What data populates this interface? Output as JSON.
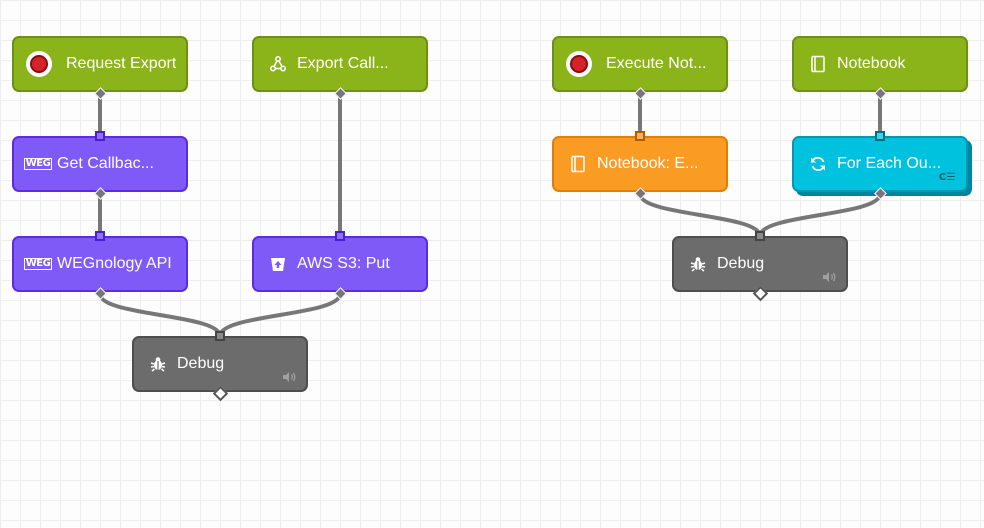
{
  "nodes": {
    "request_export": {
      "label": "Request Export"
    },
    "export_callback": {
      "label": "Export Call...",
      "icon": "webhook-icon"
    },
    "get_callback": {
      "label": "Get Callbac...",
      "icon": "weg-logo"
    },
    "wegnology_api": {
      "label": "WEGnology API",
      "icon": "weg-logo"
    },
    "aws_s3_put": {
      "label": "AWS S3: Put",
      "icon": "bucket-icon"
    },
    "debug_left": {
      "label": "Debug",
      "icon": "bug-icon"
    },
    "execute_notebook": {
      "label": "Execute Not..."
    },
    "notebook": {
      "label": "Notebook",
      "icon": "notebook-icon"
    },
    "notebook_execute": {
      "label": "Notebook: E...",
      "icon": "notebook-icon"
    },
    "for_each_output": {
      "label": "For Each Ou...",
      "icon": "loop-icon",
      "badge": "C☰"
    },
    "debug_right": {
      "label": "Debug",
      "icon": "bug-icon"
    }
  },
  "colors": {
    "trigger": "#8bb41a",
    "wegnology": "#7f5af7",
    "notebook": "#fa9b23",
    "loop": "#00c2df",
    "debug": "#6c6c6c",
    "wire": "#777777"
  }
}
